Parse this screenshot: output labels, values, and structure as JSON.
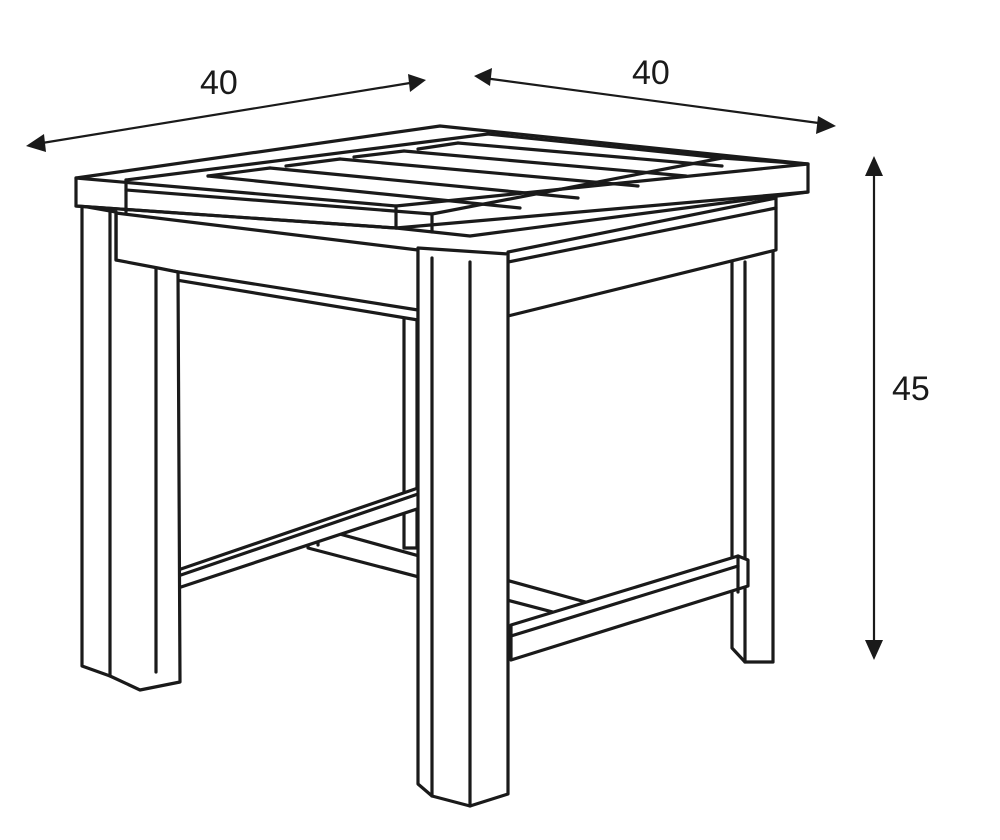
{
  "dimensions": {
    "left_width": "40",
    "right_depth": "40",
    "height": "45"
  }
}
